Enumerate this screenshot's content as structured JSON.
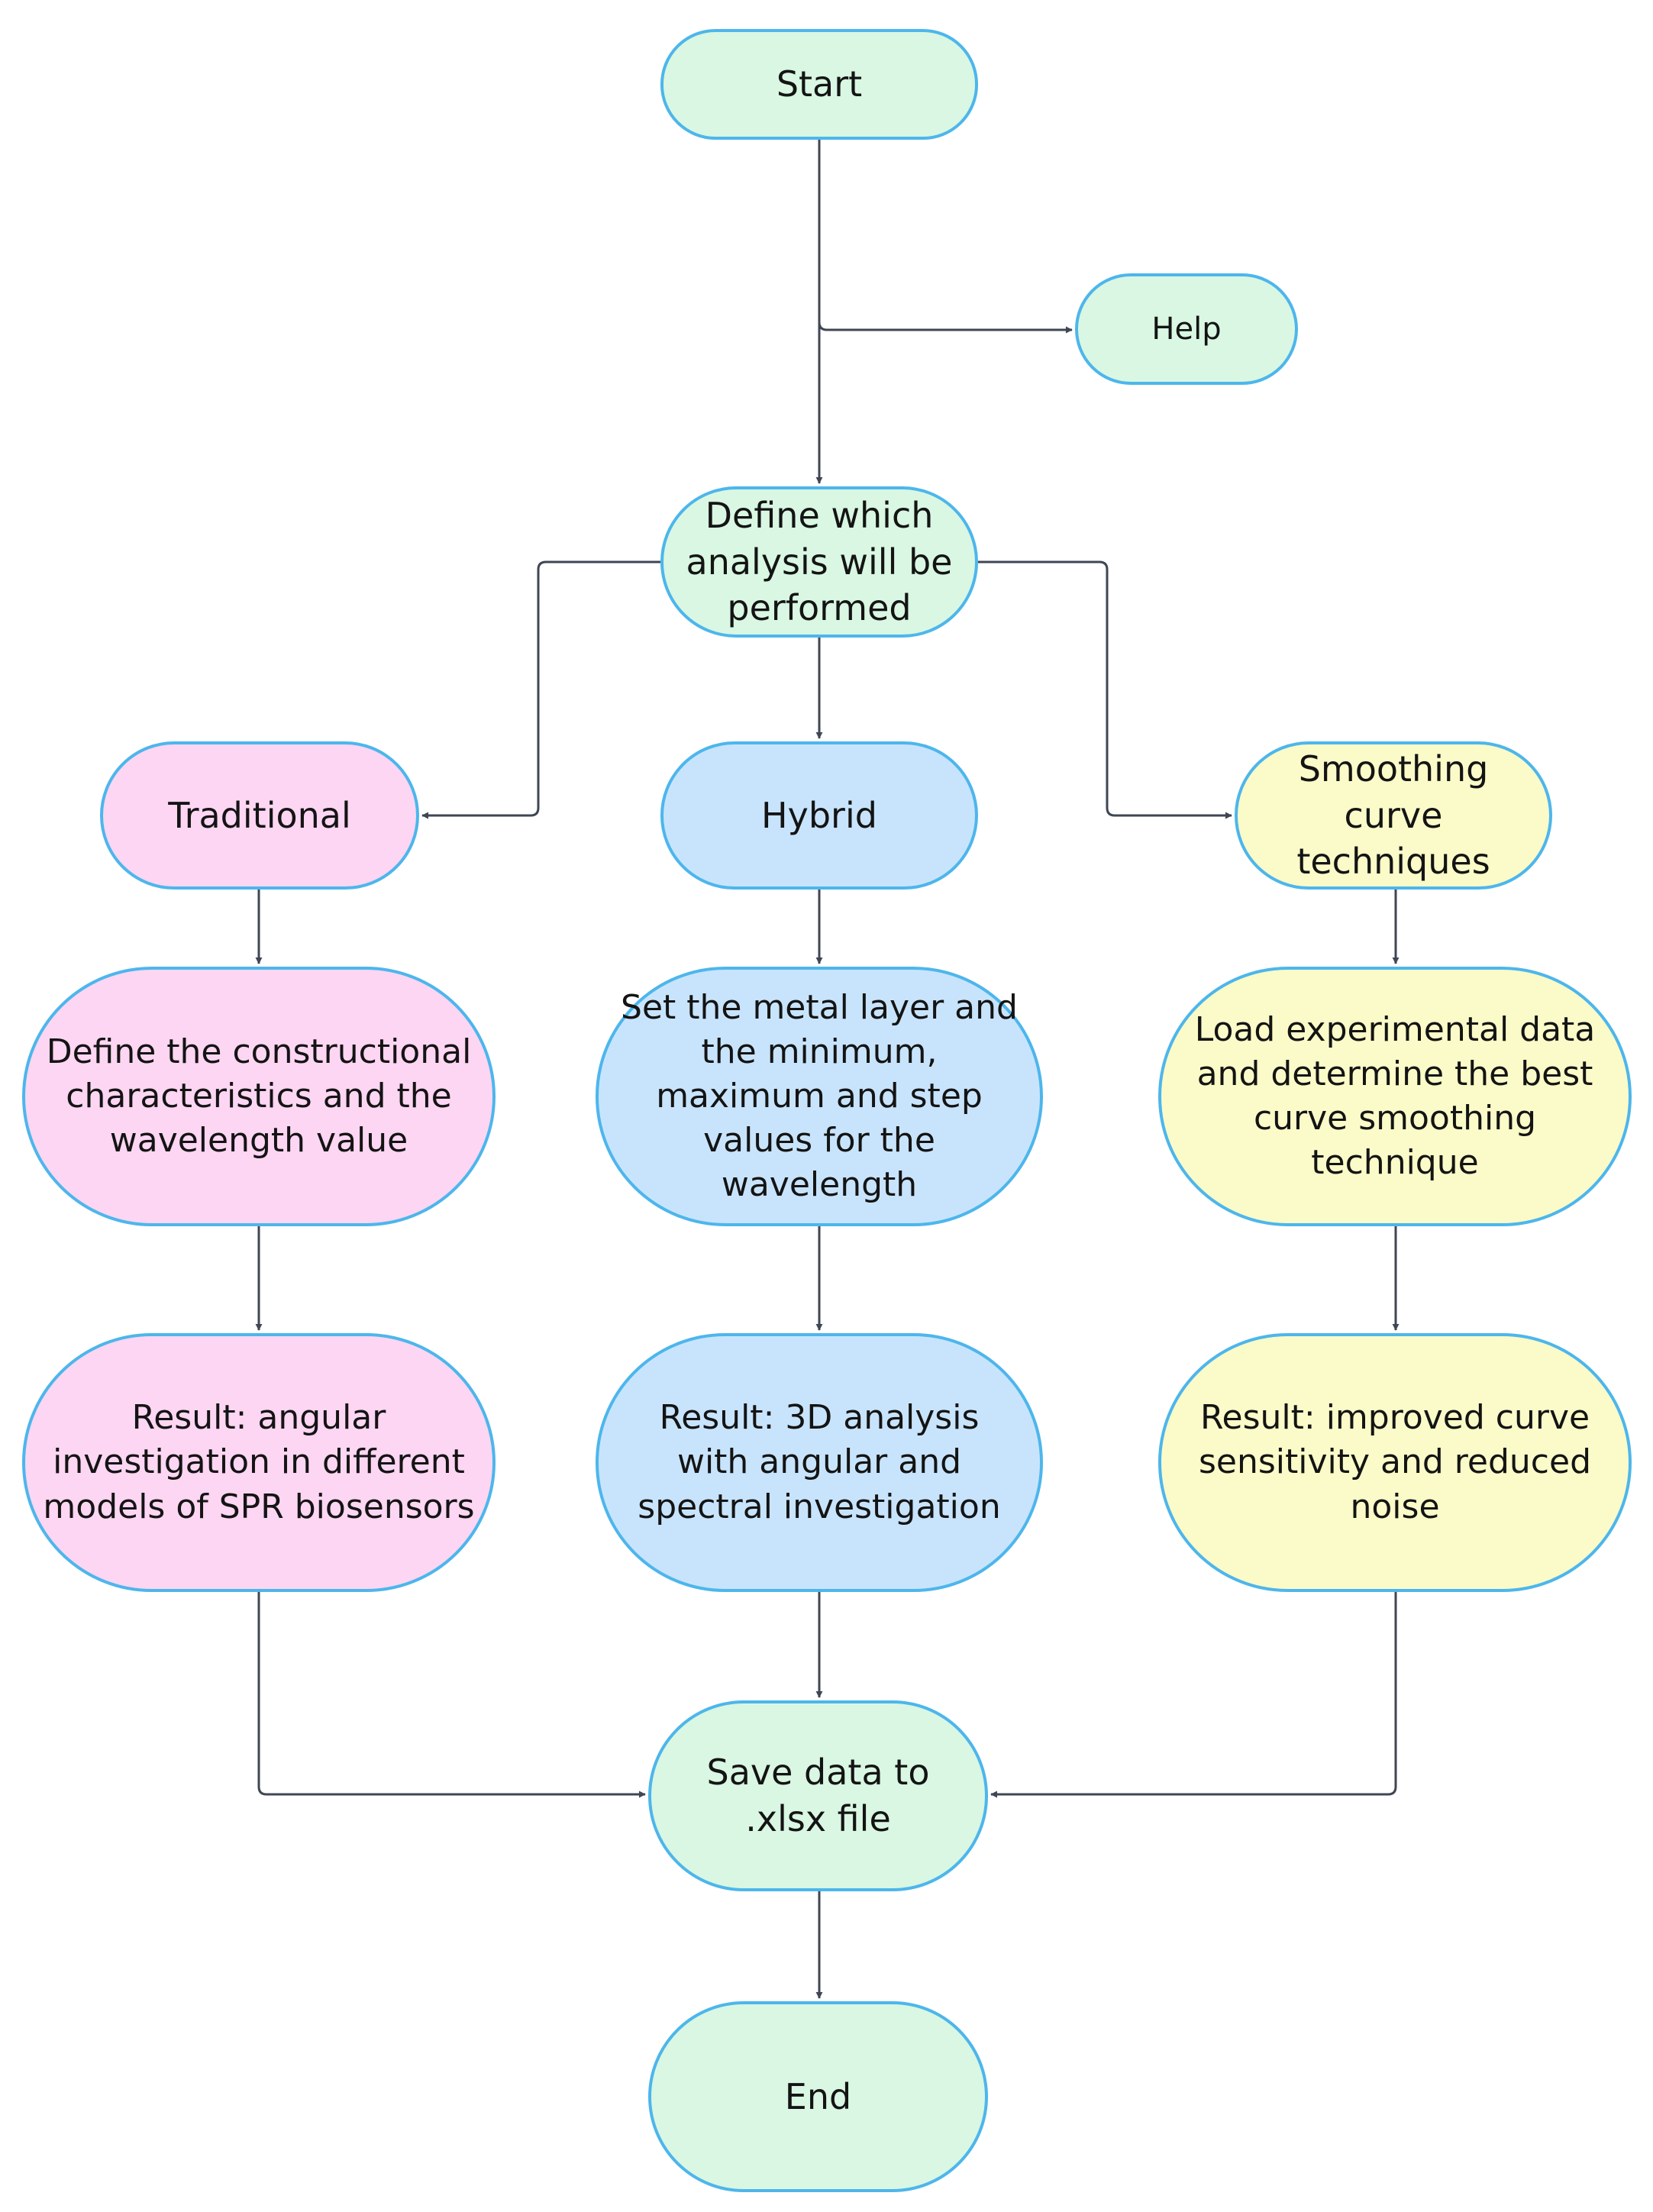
{
  "diagram": {
    "nodes": {
      "start": "Start",
      "help": "Help",
      "define": "Define which analysis will be performed",
      "traditional": "Traditional",
      "hybrid": "Hybrid",
      "smoothing": "Smoothing curve techniques",
      "trad_step": "Define the constructional characteristics and the wavelength value",
      "hybrid_step": "Set the metal layer and the minimum, maximum and step values for the wavelength",
      "smooth_step": "Load experimental data and determine the best curve smoothing technique",
      "trad_result": "Result: angular investigation in different models of SPR biosensors",
      "hybrid_result": "Result: 3D analysis with angular and spectral investigation",
      "smooth_result": "Result: improved curve sensitivity and reduced noise",
      "save": "Save data to .xlsx file",
      "end": "End"
    },
    "colors": {
      "start_end": "#d9f7e2",
      "traditional": "#fcd6f2",
      "hybrid": "#c8e4fc",
      "smoothing": "#fafbc8",
      "border": "#4db6ec",
      "connector": "#3f4654"
    }
  }
}
